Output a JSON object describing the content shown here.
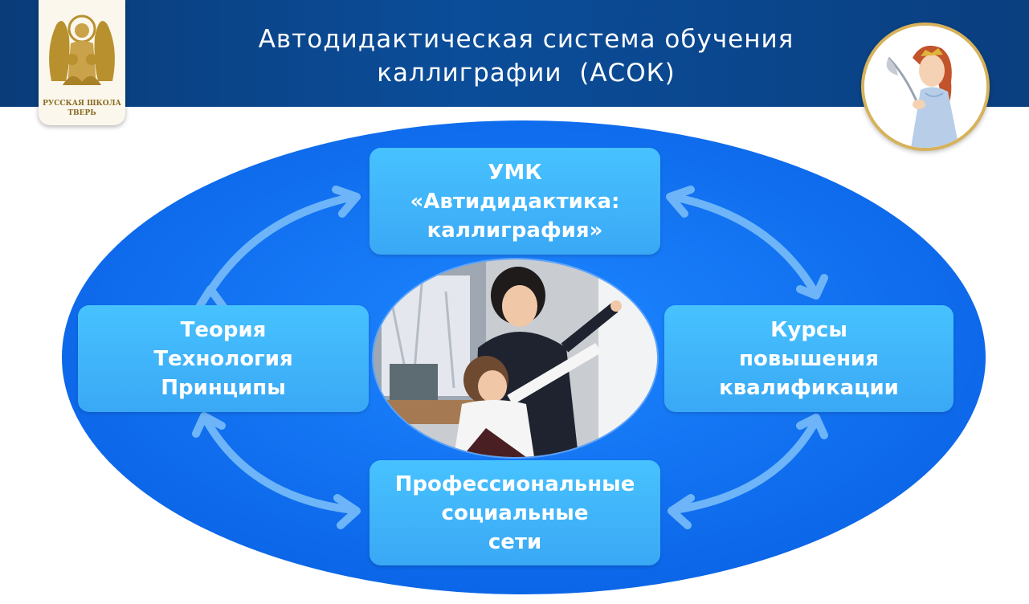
{
  "header": {
    "title_line1": "Автодидактическая система обучения",
    "title_line2": "каллиграфии  (АСОК)"
  },
  "logo_left": {
    "icon": "angel-with-children-logo",
    "text_line1": "РУССКАЯ ШКОЛА",
    "text_line2": "ТВЕРЬ"
  },
  "logo_right": {
    "icon": "muse-with-quill-logo"
  },
  "diagram": {
    "top": {
      "line1": "УМК",
      "line2": "«Автидидактика:",
      "line3": "каллиграфия»"
    },
    "left": {
      "line1": "Теория",
      "line2": "Технология",
      "line3": "Принципы"
    },
    "right": {
      "line1": "Курсы",
      "line2": "повышения",
      "line3": "квалификации"
    },
    "bottom": {
      "line1": "Профессиональные",
      "line2": "социальные",
      "line3": "сети"
    },
    "center_image": "teacher-and-girl-at-board-photo",
    "colors": {
      "ellipse": "#0b6ff2",
      "box": "#3fb4fb",
      "arrow": "#6ab4f7",
      "header": "#0b4d99"
    }
  }
}
